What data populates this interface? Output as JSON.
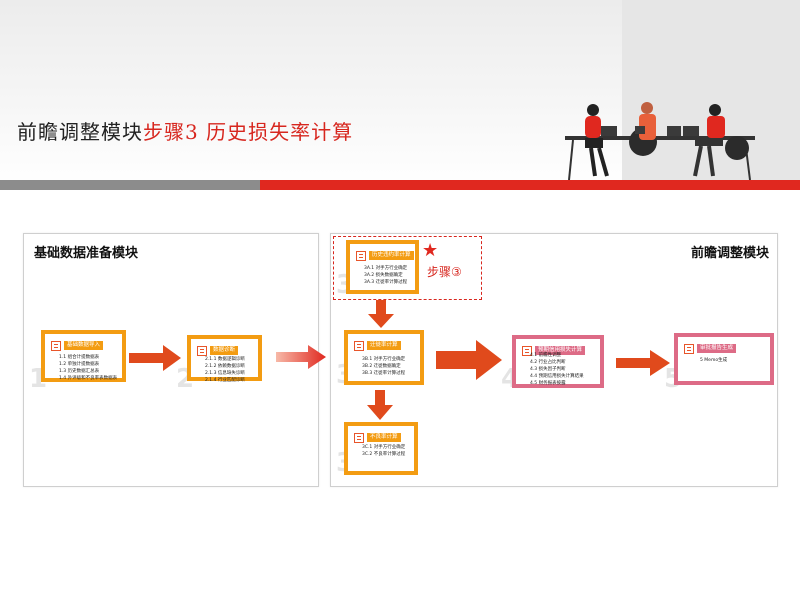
{
  "header": {
    "title_main": "前瞻调整模块",
    "title_accent": "步骤3",
    "title_rest": "历史损失率计算"
  },
  "left_panel": {
    "title": "基础数据准备模块",
    "steps": [
      {
        "num": "1",
        "title": "基础数据导入",
        "items": [
          "1.1 组合计提数据表",
          "1.2 单独计提数据表",
          "1.3 历史数据汇总表",
          "1.4 外评级和不良率表数据表"
        ]
      },
      {
        "num": "2",
        "title": "数据诊断",
        "items": [
          "2.1.1 数据逻辑诊断",
          "2.1.2 依赖数据诊断",
          "2.1.3 信息缺失诊断",
          "2.1.4 行业匹配诊断"
        ]
      }
    ]
  },
  "right_panel": {
    "title": "前瞻调整模块",
    "highlight_label": "步骤③",
    "step3a": {
      "num": "3",
      "title": "历史违约率计算",
      "items": [
        "3A.1 对手方行业确定",
        "3A.2 损失数据确定",
        "3A.3 迁徙率计算过程"
      ]
    },
    "step3b": {
      "num": "3",
      "title": "迁徙率计算",
      "items": [
        "3B.1 对手方行业确定",
        "3B.2 迁徙数据确定",
        "3B.3 迁徙率计算过程"
      ]
    },
    "step3c": {
      "num": "3",
      "title": "不良率计算",
      "items": [
        "3C.1 对手方行业确定",
        "3C.2 不良率计算过程"
      ]
    },
    "step4": {
      "num": "4",
      "title": "预期信用损失计算",
      "items": [
        "4.1 前瞻性调整",
        "4.2 行业占比判断",
        "4.3 损失因子判断",
        "4.4 预期信用损失计算结果",
        "4.5 财务报表披露"
      ]
    },
    "step5": {
      "num": "5",
      "title": "审批报告生成",
      "items": [
        "5 Memo生成"
      ]
    }
  },
  "colors": {
    "accent_red": "#d7261e",
    "step_orange": "#f39c12",
    "step_pink": "#dd6b86",
    "arrow_red": "#e04a1c"
  },
  "icons": [
    "star-icon",
    "step-icon",
    "arrow-right-icon",
    "arrow-down-icon"
  ]
}
